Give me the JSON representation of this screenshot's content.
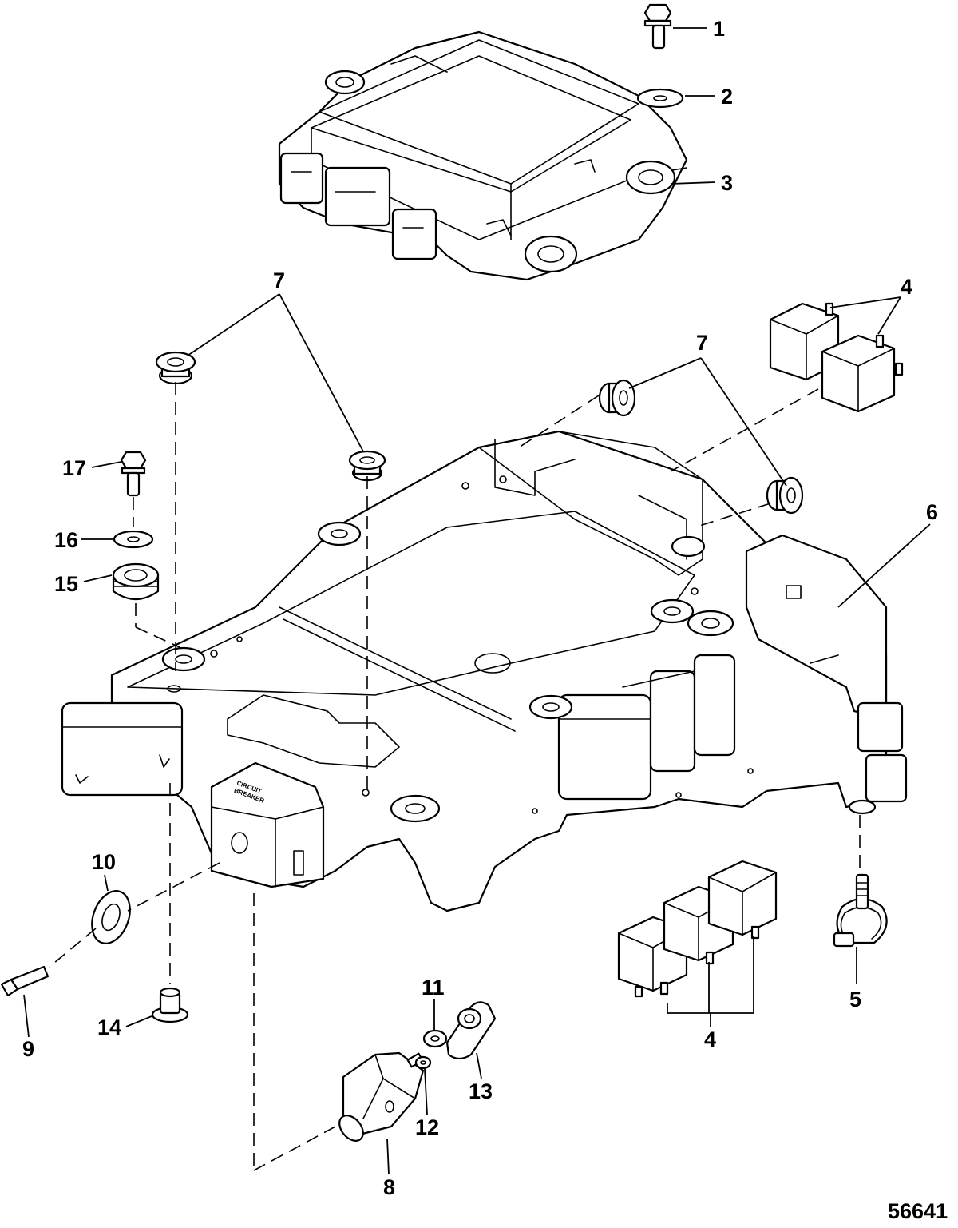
{
  "diagram": {
    "figure_number": "56641",
    "component_text": [
      "CIRCUIT",
      "BREAKER"
    ],
    "callouts": [
      {
        "id": "c1",
        "label": "1"
      },
      {
        "id": "c2",
        "label": "2"
      },
      {
        "id": "c3",
        "label": "3"
      },
      {
        "id": "c4a",
        "label": "4"
      },
      {
        "id": "c4b",
        "label": "4"
      },
      {
        "id": "c5",
        "label": "5"
      },
      {
        "id": "c6",
        "label": "6"
      },
      {
        "id": "c7a",
        "label": "7"
      },
      {
        "id": "c7b",
        "label": "7"
      },
      {
        "id": "c8",
        "label": "8"
      },
      {
        "id": "c9",
        "label": "9"
      },
      {
        "id": "c10",
        "label": "10"
      },
      {
        "id": "c11",
        "label": "11"
      },
      {
        "id": "c12",
        "label": "12"
      },
      {
        "id": "c13",
        "label": "13"
      },
      {
        "id": "c14",
        "label": "14"
      },
      {
        "id": "c15",
        "label": "15"
      },
      {
        "id": "c16",
        "label": "16"
      },
      {
        "id": "c17",
        "label": "17"
      }
    ]
  }
}
